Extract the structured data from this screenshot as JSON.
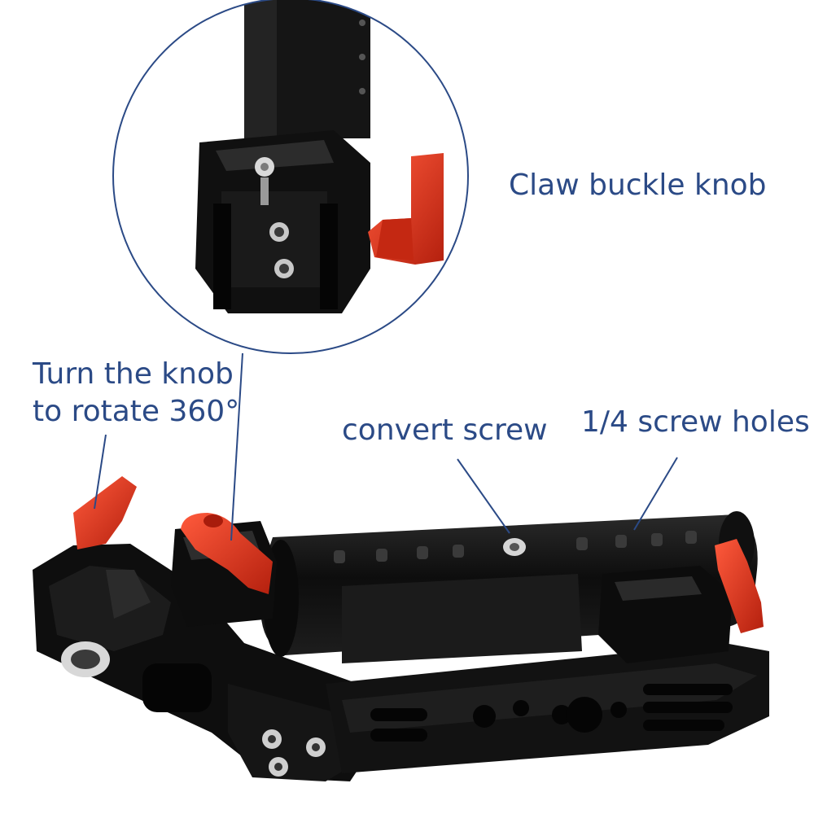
{
  "labels": {
    "claw_buckle_knob": "Claw buckle knob",
    "turn_knob_line1": "Turn the knob",
    "turn_knob_line2": "to rotate 360°",
    "convert_screw": "convert screw",
    "screw_holes": "1/4 screw holes"
  },
  "colors": {
    "label_text": "#2b4a86",
    "callout_line": "#2b4a86",
    "knob_red": "#d2331e",
    "metal_black": "#141414"
  }
}
